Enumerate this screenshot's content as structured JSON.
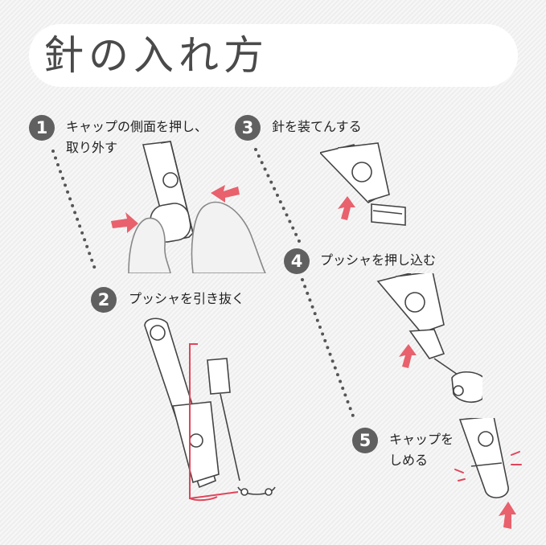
{
  "title": "針の入れ方",
  "steps": [
    {
      "number": "1",
      "line1": "キャップの側面を押し、",
      "line2": "取り外す"
    },
    {
      "number": "2",
      "line1": "プッシャを引き抜く"
    },
    {
      "number": "3",
      "line1": "針を装てんする"
    },
    {
      "number": "4",
      "line1": "プッシャを押し込む"
    },
    {
      "number": "5",
      "line1": "キャップを",
      "line2": "しめる"
    }
  ],
  "colors": {
    "arrow": "#e8616d",
    "circle": "#606060",
    "outline": "#444444",
    "bracket": "#e0455a"
  }
}
